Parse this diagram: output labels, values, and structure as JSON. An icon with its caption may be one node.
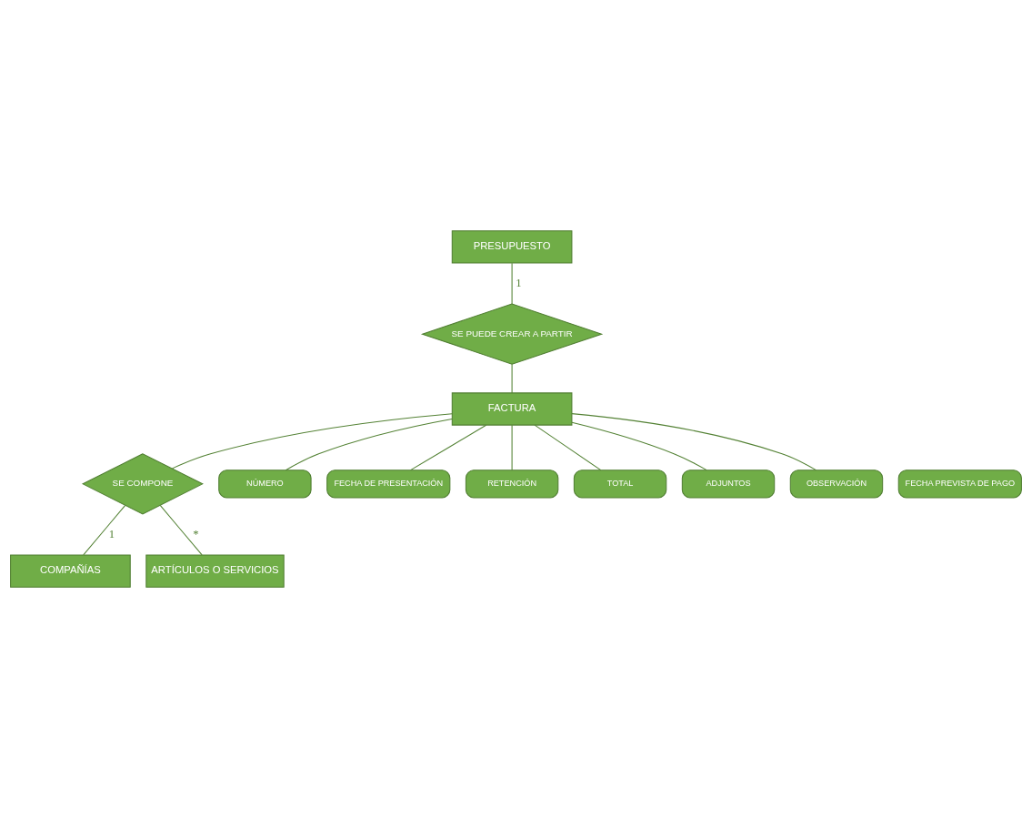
{
  "diagram": {
    "nodes": [
      {
        "text": [
          "PRESUPUESTO"
        ]
      },
      {
        "text": [
          "SE PUEDE CREAR A PARTIR"
        ]
      },
      {
        "text": [
          "FACTURA"
        ]
      },
      {
        "text": [
          "SE COMPONE"
        ]
      },
      {
        "text": [
          "COMPAÑÍAS"
        ]
      },
      {
        "text": [
          "ARTÍCULOS O SERVICIOS"
        ]
      },
      {
        "text": [
          "NÚMERO"
        ]
      },
      {
        "text": [
          "FECHA DE PRESENTACIÓN"
        ]
      },
      {
        "text": [
          "FECHA PREVISTA DE PAGO"
        ]
      },
      {
        "text": [
          "RETENCIÓN"
        ]
      },
      {
        "text": [
          "TOTAL"
        ]
      },
      {
        "text": [
          "ADJUNTOS"
        ]
      },
      {
        "text": [
          "OBSERVACIÓN"
        ]
      }
    ],
    "edges": [
      {
        "from": 0,
        "to": 1,
        "arrow": "none",
        "label": "1"
      },
      {
        "from": 1,
        "to": 2,
        "arrow": "none"
      },
      {
        "from": 2,
        "to": 3,
        "arrow": "none"
      },
      {
        "from": 3,
        "to": 4,
        "arrow": "none",
        "label": "1"
      },
      {
        "from": 3,
        "to": 5,
        "arrow": "none",
        "label": "*"
      },
      {
        "from": 2,
        "to": 6,
        "arrow": "none"
      },
      {
        "from": 2,
        "to": 7,
        "arrow": "none"
      },
      {
        "from": 2,
        "to": 9,
        "arrow": "none"
      },
      {
        "from": 2,
        "to": 10,
        "arrow": "none"
      },
      {
        "from": 2,
        "to": 11,
        "arrow": "none"
      },
      {
        "from": 2,
        "to": 12,
        "arrow": "none"
      }
    ]
  }
}
